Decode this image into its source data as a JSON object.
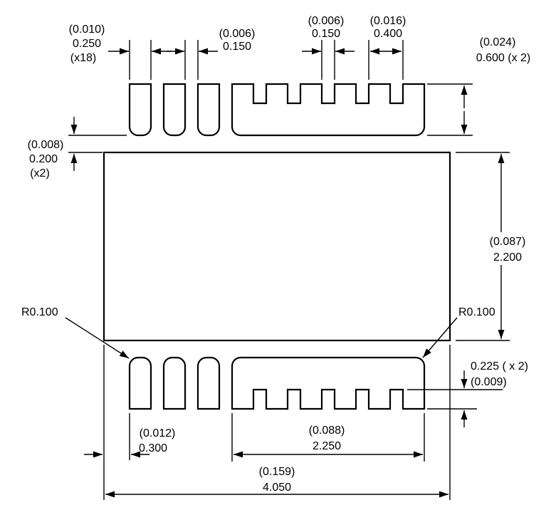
{
  "labels": {
    "pad_width": {
      "alt": "(0.010)",
      "value": "0.250",
      "count": "(x18)"
    },
    "pad_gap": {
      "alt": "(0.006)",
      "value": "0.150"
    },
    "notch_width": {
      "alt": "(0.006)",
      "value": "0.150"
    },
    "notch_pitch": {
      "alt": "(0.016)",
      "value": "0.400"
    },
    "pad_height": {
      "alt": "(0.024)",
      "value": "0.600 (x 2)"
    },
    "row_gap": {
      "alt": "(0.008)",
      "value": "0.200",
      "count": "(x2)"
    },
    "body_height": {
      "alt": "(0.087)",
      "value": "2.200"
    },
    "radius_left": "R0.100",
    "radius_right": "R0.100",
    "notch_depth": {
      "value": "0.225 ( x 2)",
      "alt": "(0.009)"
    },
    "pad_offset": {
      "alt": "(0.012)",
      "value": "0.300"
    },
    "comb_width": {
      "alt": "(0.088)",
      "value": "2.250"
    },
    "overall_width": {
      "alt": "(0.159)",
      "value": "4.050"
    }
  }
}
